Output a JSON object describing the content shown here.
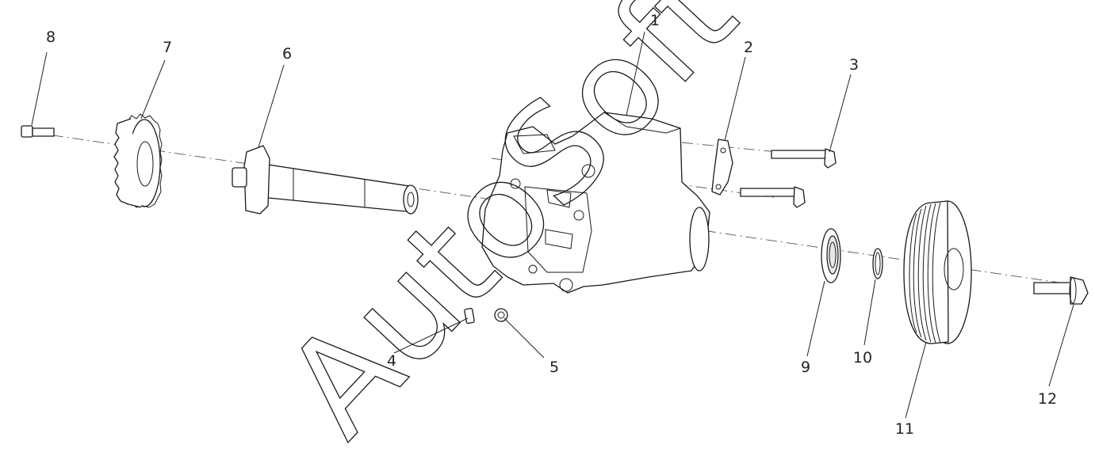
{
  "diagram": {
    "parts": [
      {
        "id": "1",
        "label": "1"
      },
      {
        "id": "2",
        "label": "2"
      },
      {
        "id": "3",
        "label": "3"
      },
      {
        "id": "4",
        "label": "4"
      },
      {
        "id": "5",
        "label": "5"
      },
      {
        "id": "6",
        "label": "6"
      },
      {
        "id": "7",
        "label": "7"
      },
      {
        "id": "8",
        "label": "8"
      },
      {
        "id": "9",
        "label": "9"
      },
      {
        "id": "10",
        "label": "10"
      },
      {
        "id": "11",
        "label": "11"
      },
      {
        "id": "12",
        "label": "12"
      }
    ],
    "watermark": "AutoSoft"
  }
}
